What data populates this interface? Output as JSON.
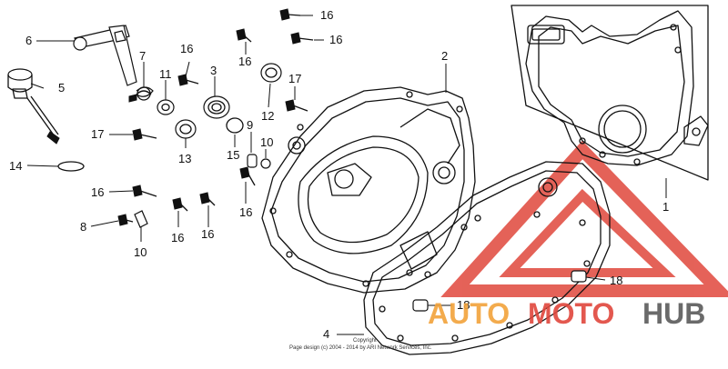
{
  "callouts": {
    "c1": "1",
    "c2": "2",
    "c3": "3",
    "c4": "4",
    "c5": "5",
    "c6": "6",
    "c7": "7",
    "c8": "8",
    "c9": "9",
    "c10a": "10",
    "c10b": "10",
    "c11": "11",
    "c12": "12",
    "c13": "13",
    "c14": "14",
    "c15": "15",
    "c16a": "16",
    "c16b": "16",
    "c16c": "16",
    "c16d": "16",
    "c16e": "16",
    "c16f": "16",
    "c16g": "16",
    "c16h": "16",
    "c17a": "17",
    "c17b": "17",
    "c18a": "18",
    "c18b": "18"
  },
  "watermark": {
    "part1": "AUTO",
    "part2": "MOTO",
    "part3": "HUB",
    "color_red": "#e0473c",
    "color_orange": "#f2a33a",
    "color_gray": "#5a5a5a"
  },
  "copyright": {
    "line1": "Copyright",
    "line2": "Page design (c) 2004 - 2014 by ARI Network Services, Inc."
  }
}
